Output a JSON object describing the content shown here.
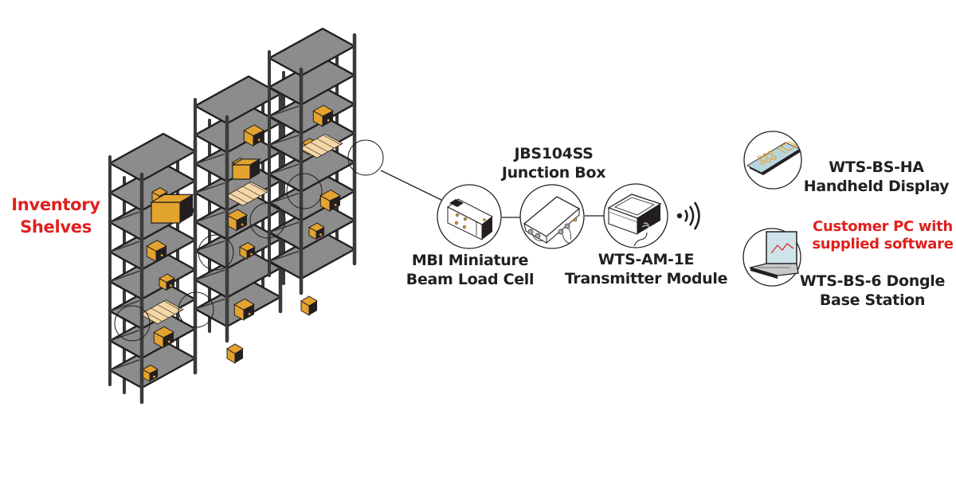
{
  "diagram": {
    "title": "Wireless inventory shelf weighing system",
    "colors": {
      "red_label": "#e0201e",
      "dark_label": "#231f20",
      "box": "#e3a32f",
      "box_dark": "#b07a1c",
      "shelf": "#8c8c8c",
      "post": "#3a3a3a",
      "pallet": "#f3d7a6",
      "screen": "#b8d6de"
    },
    "labels": {
      "shelves": [
        "Inventory",
        "Shelves"
      ],
      "load_cell": [
        "MBI Miniature",
        "Beam Load Cell"
      ],
      "junction_box": [
        "JBS104SS",
        "Junction Box"
      ],
      "transmitter": [
        "WTS-AM-1E",
        "Transmitter Module"
      ],
      "handheld": [
        "WTS-BS-HA",
        "Handheld Display"
      ],
      "customer_pc": [
        "Customer PC with",
        "supplied software"
      ],
      "dongle": [
        "WTS-BS-6 Dongle",
        "Base Station"
      ]
    },
    "icons": {
      "load_cell": "beam-load-cell-icon",
      "junction_box": "junction-box-icon",
      "transmitter": "transmitter-module-icon",
      "wireless": "wireless-signal-icon",
      "handheld": "handheld-display-icon",
      "laptop": "laptop-icon"
    }
  }
}
